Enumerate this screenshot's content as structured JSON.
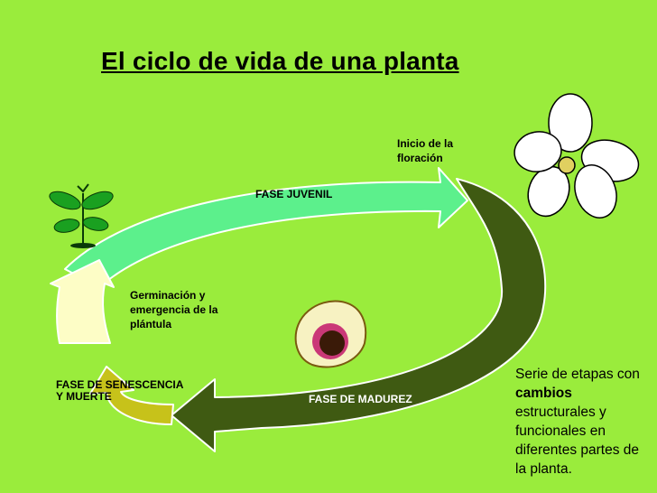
{
  "title": "El ciclo de vida de una planta",
  "labels": {
    "flowering_start": [
      "Inicio de la",
      "floración"
    ],
    "germination": [
      "Germinación y",
      "emergencia de la",
      "plántula"
    ],
    "senescence": [
      "FASE DE SENESCENCIA",
      "Y MUERTE"
    ]
  },
  "phases": {
    "juvenile": "FASE JUVENIL",
    "maturity": "FASE DE MADUREZ"
  },
  "description": {
    "pre": " Serie de etapas con ",
    "bold": "cambios",
    "post": " estructurales y funcionales en diferentes partes de la planta."
  },
  "colors": {
    "background": "#9aec3c",
    "juvenile_arrow": "#5cf08c",
    "maturity_arrow": "#3f5a12",
    "senescence_arrow": "#c7c21a",
    "germination_arrow": "#fdfdc6"
  }
}
